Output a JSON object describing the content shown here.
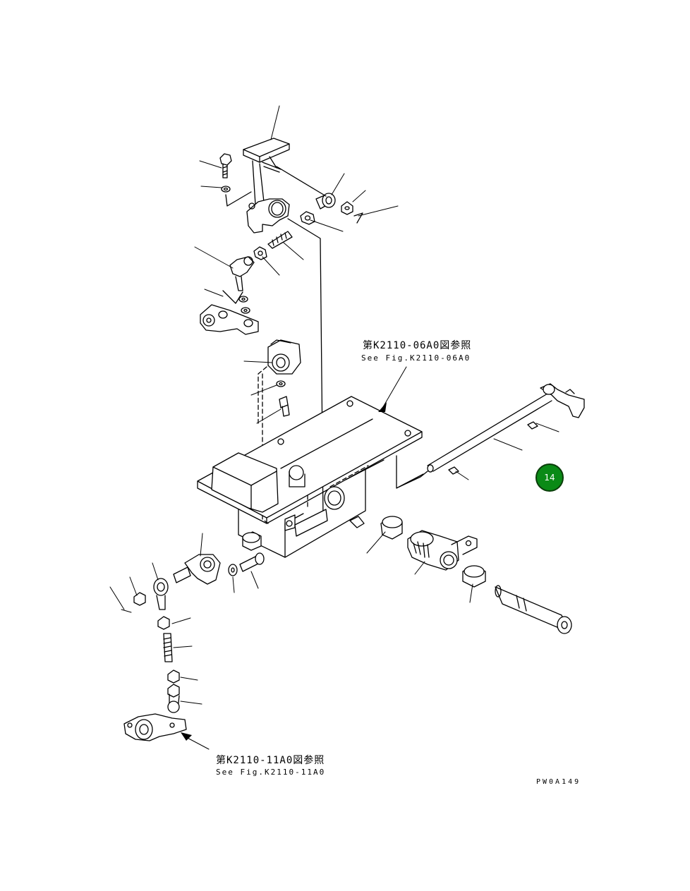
{
  "references": {
    "upper": {
      "line1": "第K2110-06A0図参照",
      "line2": "See Fig.K2110-06A0"
    },
    "lower": {
      "line1": "第K2110-11A0図参照",
      "line2": "See Fig.K2110-11A0"
    }
  },
  "drawing_code": "PW0A149",
  "callout": {
    "number": "14",
    "color": "#0a8a16"
  }
}
